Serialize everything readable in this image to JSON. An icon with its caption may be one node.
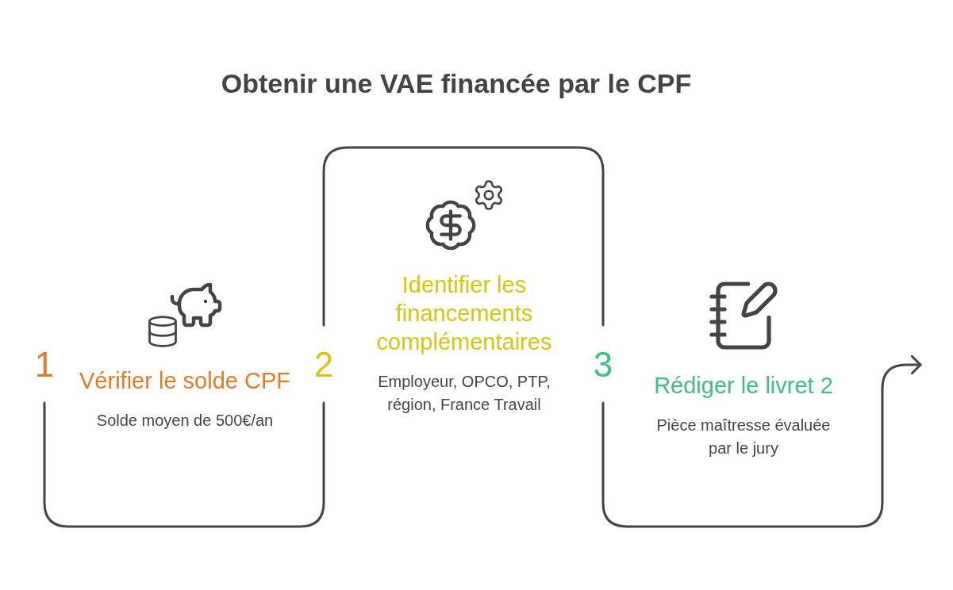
{
  "diagram": {
    "title": "Obtenir une VAE financée par le CPF",
    "nodes": [
      {
        "text": [
          "Vérifier le solde CPF",
          "Solde moyen de 500€/an"
        ],
        "beside": [
          "1"
        ]
      },
      {
        "text": [
          "Identifier les financements complémentaires",
          "Employeur, OPCO, PTP, région, France Travail"
        ],
        "beside": [
          "2"
        ]
      },
      {
        "text": [
          "Rédiger le livret 2",
          "Pièce maîtresse évaluée par le jury"
        ],
        "beside": [
          "3"
        ]
      }
    ]
  }
}
